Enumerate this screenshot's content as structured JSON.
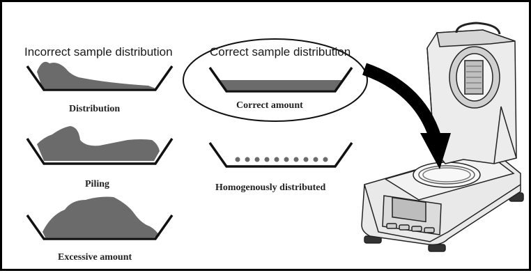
{
  "headings": {
    "incorrect": "Incorrect sample distribution",
    "correct": "Correct sample distribution"
  },
  "captions": {
    "distribution": "Distribution",
    "piling": "Piling",
    "excessive": "Excessive amount",
    "correct_amount": "Correct amount",
    "homogenous": "Homogenously distributed"
  },
  "colors": {
    "sample_fill": "#6b6b6b",
    "outline": "#111111",
    "device_body": "#e9e9e9",
    "arrow": "#000000"
  }
}
